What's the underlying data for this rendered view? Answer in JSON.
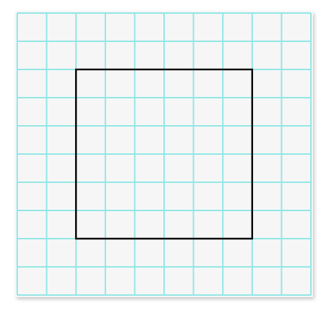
{
  "grid": {
    "columns": 10,
    "rows": 10,
    "background_color": "#f6f6f6",
    "line_color": "#8fe6e6"
  },
  "square": {
    "col_start": 2,
    "row_start": 2,
    "col_span": 6,
    "row_span": 6,
    "stroke_color": "#000000"
  }
}
